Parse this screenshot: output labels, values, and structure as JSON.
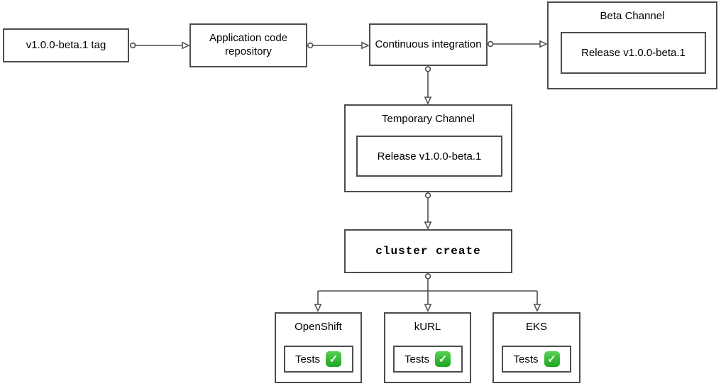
{
  "diagram": {
    "background": "#ffffff",
    "stroke_color": "#4d4d4d",
    "text_color": "#000000",
    "check_green": "#2eb12e",
    "nodes": {
      "tag": {
        "label": "v1.0.0-beta.1 tag"
      },
      "repository": {
        "label": "Application code repository"
      },
      "ci": {
        "label": "Continuous integration"
      },
      "beta_channel": {
        "title": "Beta Channel",
        "release_label": "Release v1.0.0-beta.1"
      },
      "temporary_channel": {
        "title": "Temporary Channel",
        "release_label": "Release v1.0.0-beta.1"
      },
      "cluster_create": {
        "label": "cluster create"
      }
    },
    "clusters": [
      {
        "title": "OpenShift",
        "tests_label": "Tests",
        "status_icon": "check-mark-button"
      },
      {
        "title": "kURL",
        "tests_label": "Tests",
        "status_icon": "check-mark-button"
      },
      {
        "title": "EKS",
        "tests_label": "Tests",
        "status_icon": "check-mark-button"
      }
    ],
    "icons": {
      "check_glyph": "✓"
    }
  }
}
